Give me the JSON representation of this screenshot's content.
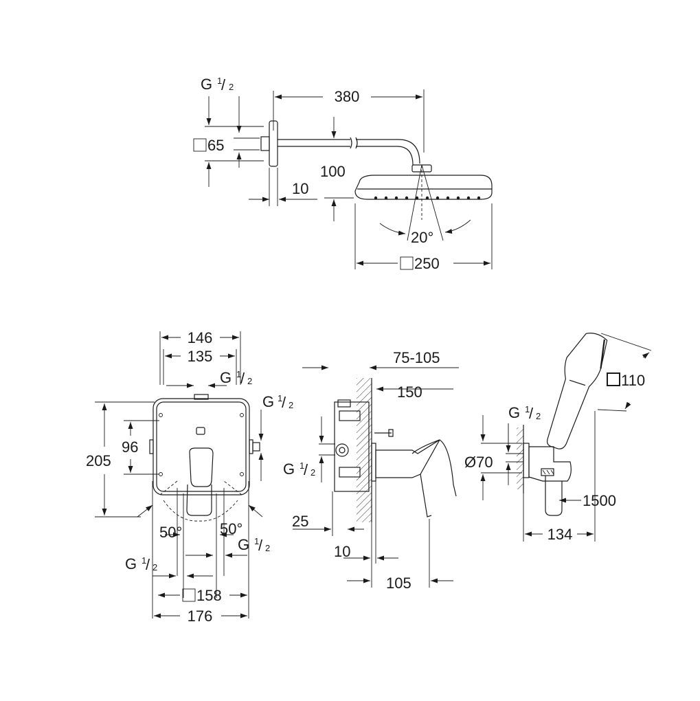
{
  "overhead_shower": {
    "arm_length": "380",
    "flange_square": "65",
    "square_symbol": "□",
    "thread_g": "G",
    "thread_num": "1",
    "thread_den": "2",
    "drop_height": "100",
    "flange_depth": "10",
    "tilt_angle": "20°",
    "head_square": "250"
  },
  "mixer_front": {
    "outer_width": "146",
    "inner_width": "135",
    "height": "205",
    "handle_height": "96",
    "angle_left": "50°",
    "angle_right": "50°",
    "box_square": "158",
    "total_width": "176",
    "thread_g": "G",
    "thread_num": "1",
    "thread_den": "2"
  },
  "mixer_side": {
    "install_depth": "75-105",
    "depth_150": "150",
    "wall_25": "25",
    "wall_10": "10",
    "projection": "105",
    "thread_g": "G",
    "thread_num": "1",
    "thread_den": "2"
  },
  "hand_shower": {
    "head_square": "110",
    "outlet_diameter": "Ø70",
    "hose_length": "1500",
    "projection": "134",
    "thread_g": "G",
    "thread_num": "1",
    "thread_den": "2"
  }
}
